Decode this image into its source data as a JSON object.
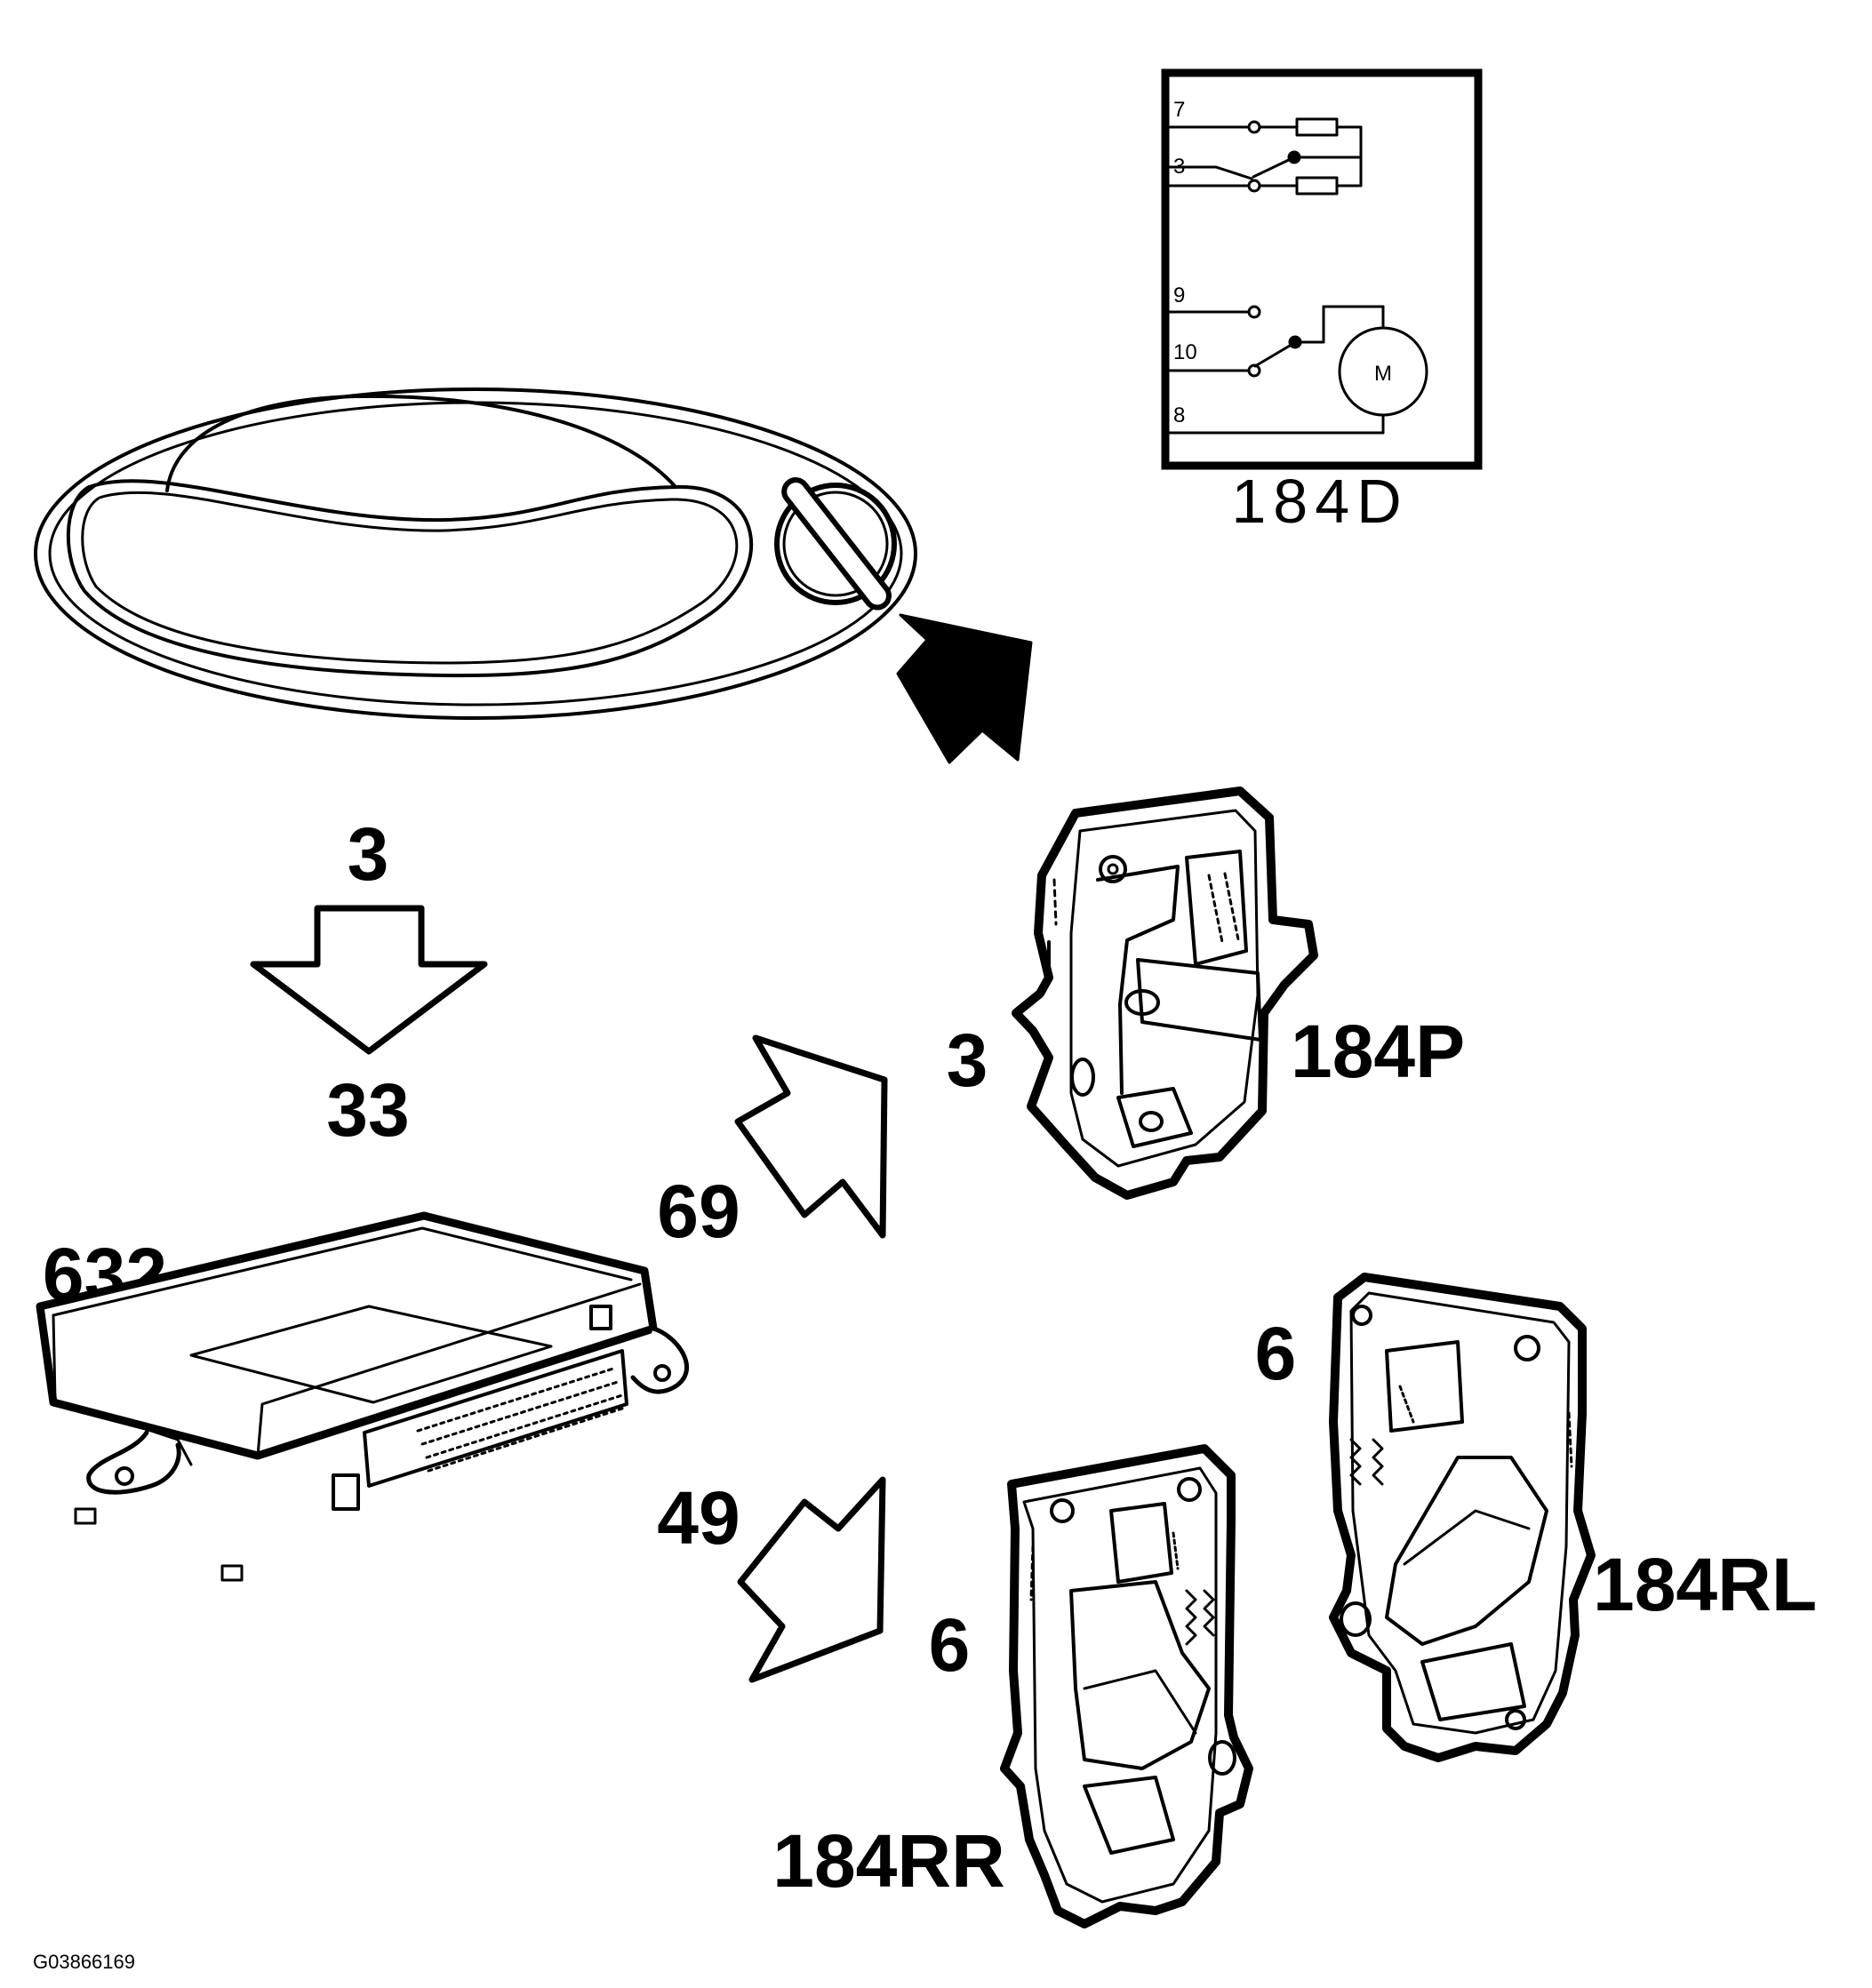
{
  "labels": {
    "schematic": "184D",
    "count_top": "3",
    "count_bottom": "33",
    "control_module": "632",
    "front_wire_count": "69",
    "rear_wire_count": "49",
    "front_pin_count": "3",
    "front_lock": "184P",
    "rr_pin_count": "6",
    "rr_lock": "184RR",
    "rl_pin_count": "6",
    "rl_lock": "184RL",
    "figure_ref": "G03866169"
  },
  "schematic": {
    "pins": [
      "7",
      "3",
      "9",
      "10",
      "8"
    ],
    "motor": "M"
  }
}
